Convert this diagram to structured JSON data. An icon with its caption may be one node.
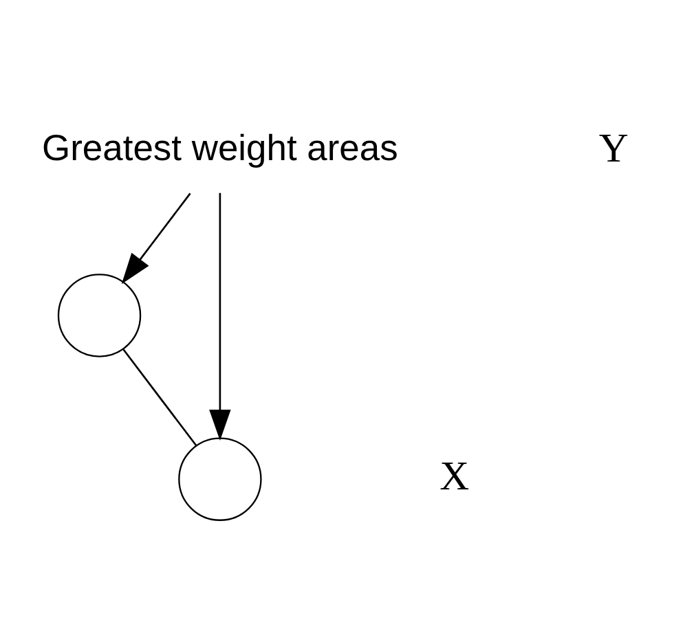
{
  "diagram": {
    "nodes": [
      {
        "text": [
          "Greatest weight areas"
        ]
      },
      {
        "text": [],
        "shape": "circle"
      },
      {
        "text": [],
        "shape": "circle"
      }
    ],
    "edges": [
      {
        "from": 0,
        "to": 1,
        "arrow": "to"
      },
      {
        "from": 0,
        "to": 2,
        "arrow": "to"
      },
      {
        "from": 1,
        "to": 2,
        "arrow": "none"
      }
    ],
    "labels": [
      "Y",
      "X"
    ]
  }
}
